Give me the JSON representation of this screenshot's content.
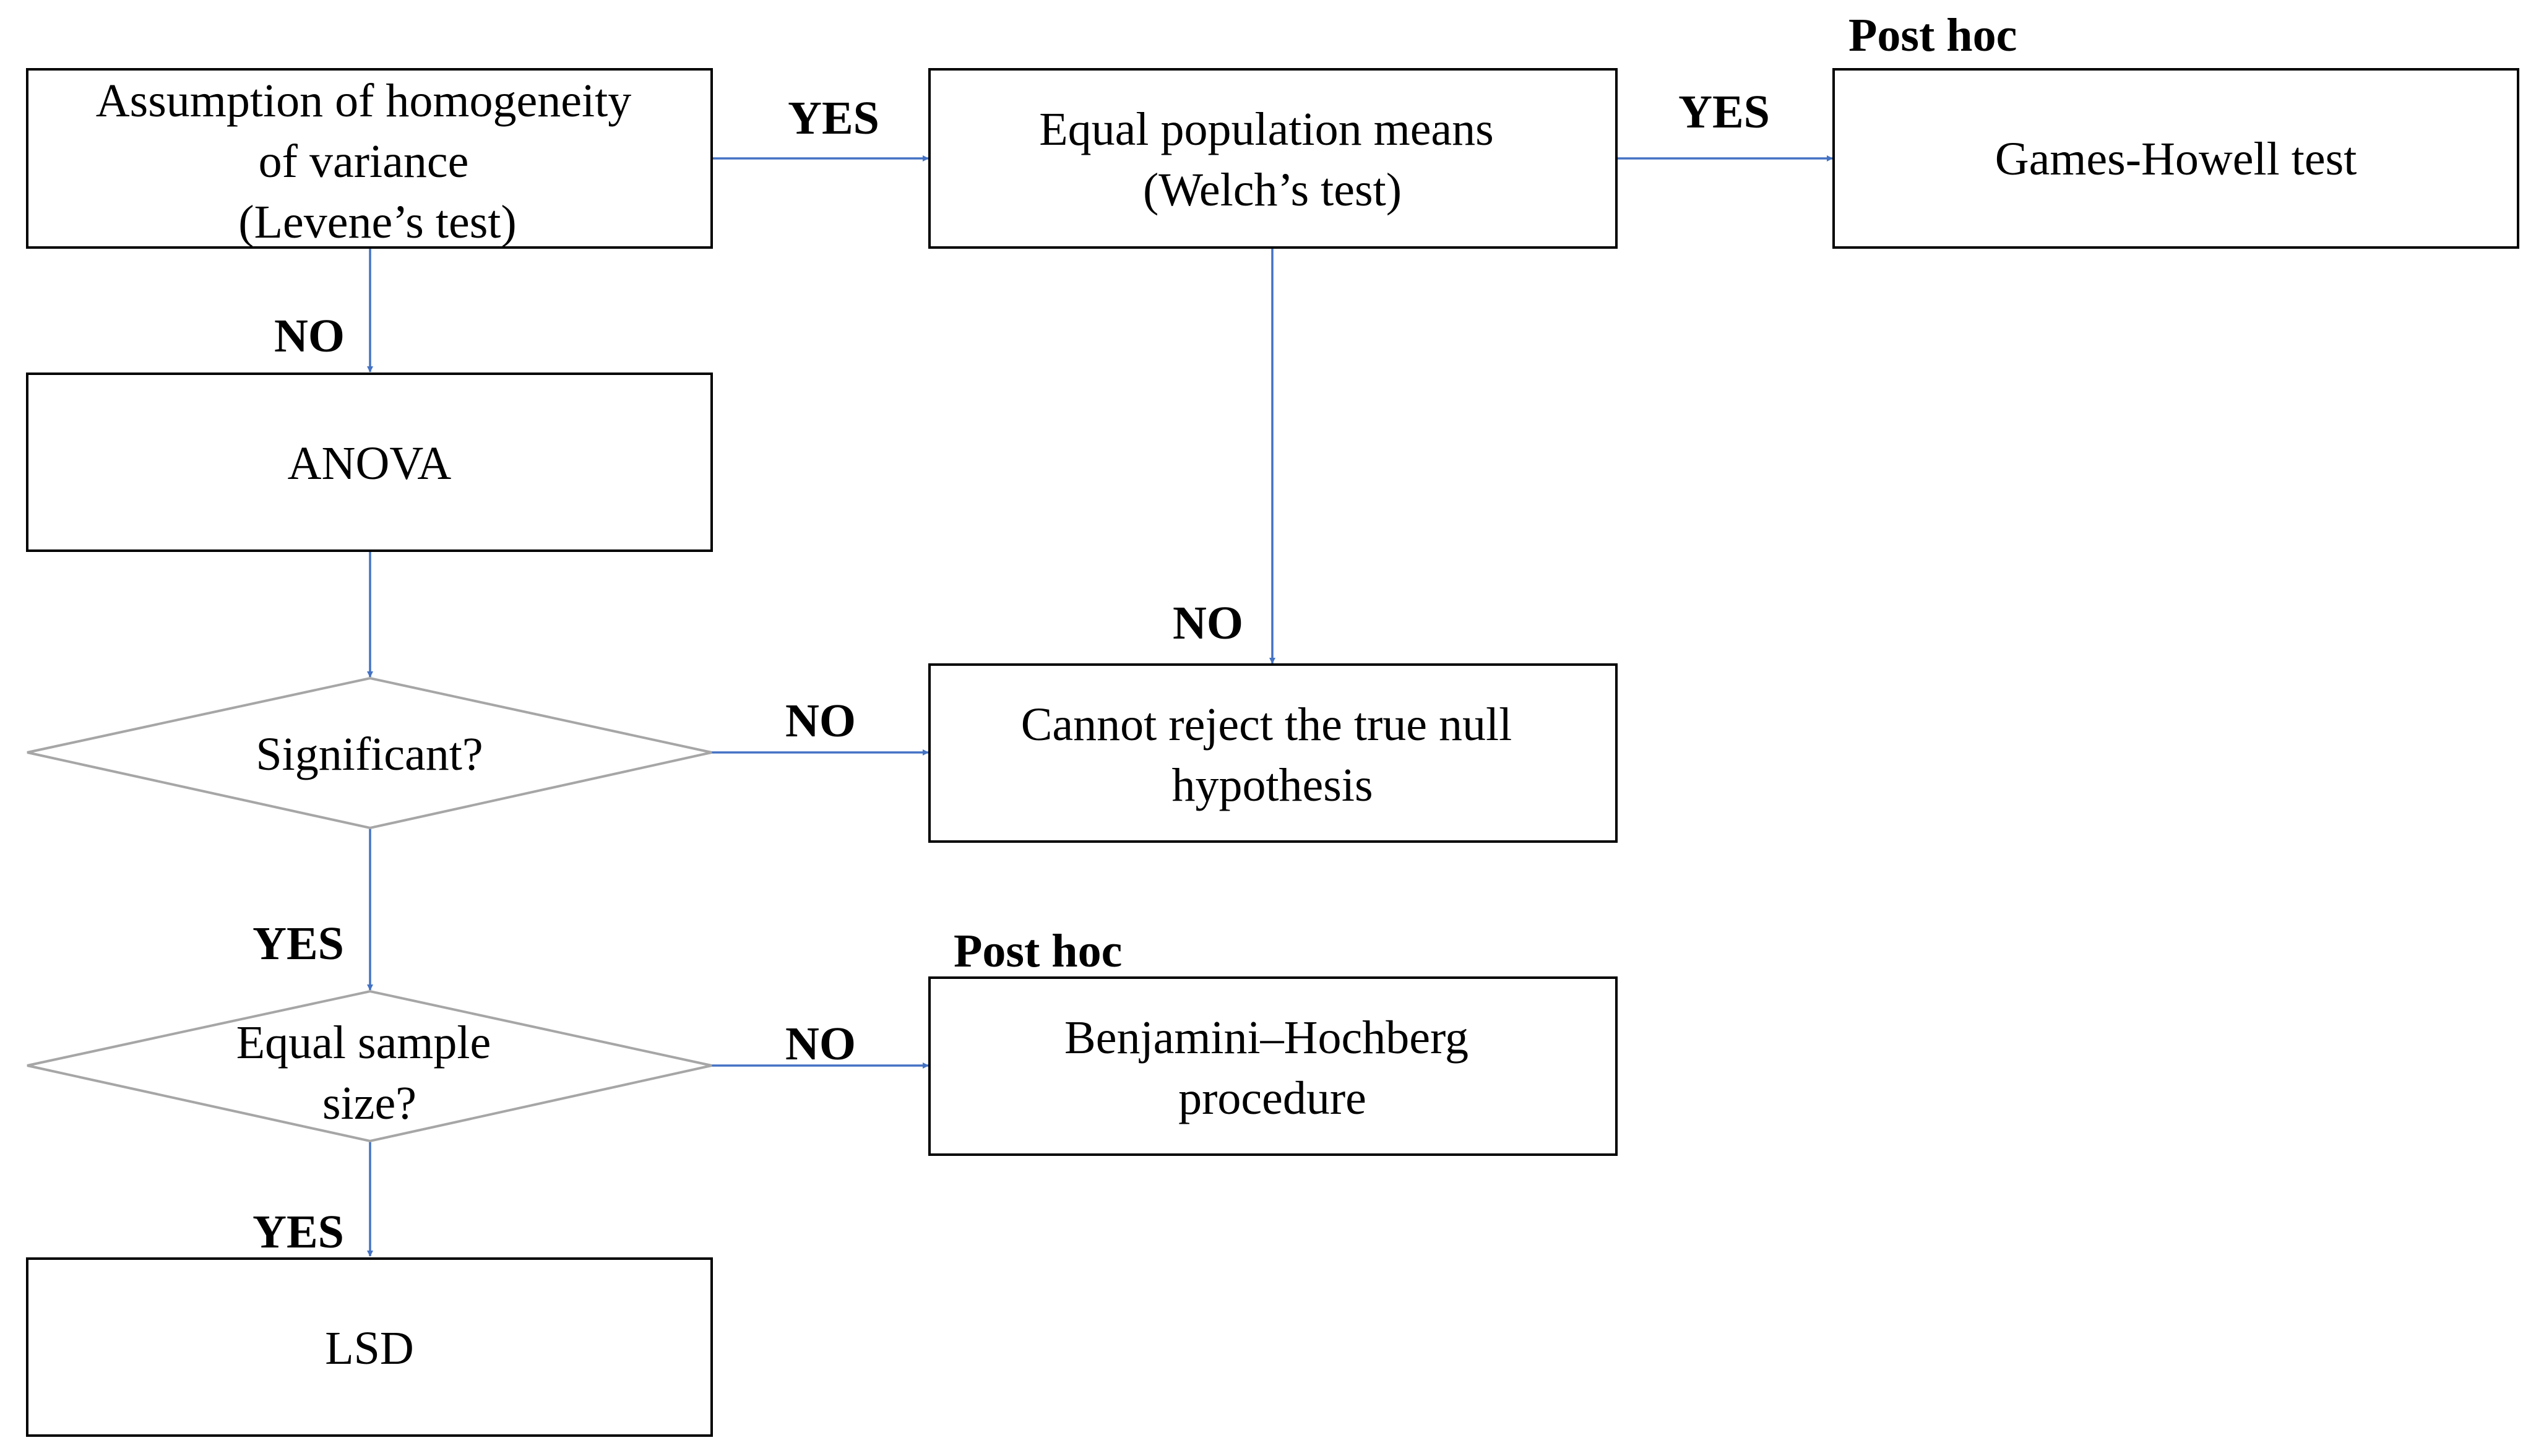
{
  "nodes": {
    "levene": {
      "lines": [
        "Assumption of homogeneity",
        "of variance",
        "(Levene’s test)"
      ]
    },
    "welch": {
      "lines": [
        "Equal population means",
        "(Welch’s test)"
      ]
    },
    "games_howell": {
      "lines": [
        "Games-Howell test"
      ]
    },
    "anova": {
      "lines": [
        "ANOVA"
      ]
    },
    "cannot_reject": {
      "lines": [
        "Cannot reject the true null",
        "hypothesis"
      ]
    },
    "significant": {
      "lines": [
        "Significant?"
      ]
    },
    "equal_sample": {
      "lines": [
        "Equal sample",
        "size?"
      ]
    },
    "benjamini": {
      "lines": [
        "Benjamini–Hochberg",
        "procedure"
      ]
    },
    "lsd": {
      "lines": [
        "LSD"
      ]
    }
  },
  "annotations": {
    "post_hoc_games_howell": "Post hoc",
    "post_hoc_benjamini": "Post hoc"
  },
  "edges": {
    "levene_to_welch": "YES",
    "welch_to_games_howell": "YES",
    "levene_to_anova": "NO",
    "welch_to_cannot_reject": "NO",
    "significant_to_cannot_reject": "NO",
    "significant_to_equal_sample": "YES",
    "equal_sample_to_benjamini": "NO",
    "equal_sample_to_lsd": "YES"
  },
  "colors": {
    "arrow": "#4472c4",
    "box_border": "#000000",
    "diamond_border": "#a6a6a6"
  }
}
